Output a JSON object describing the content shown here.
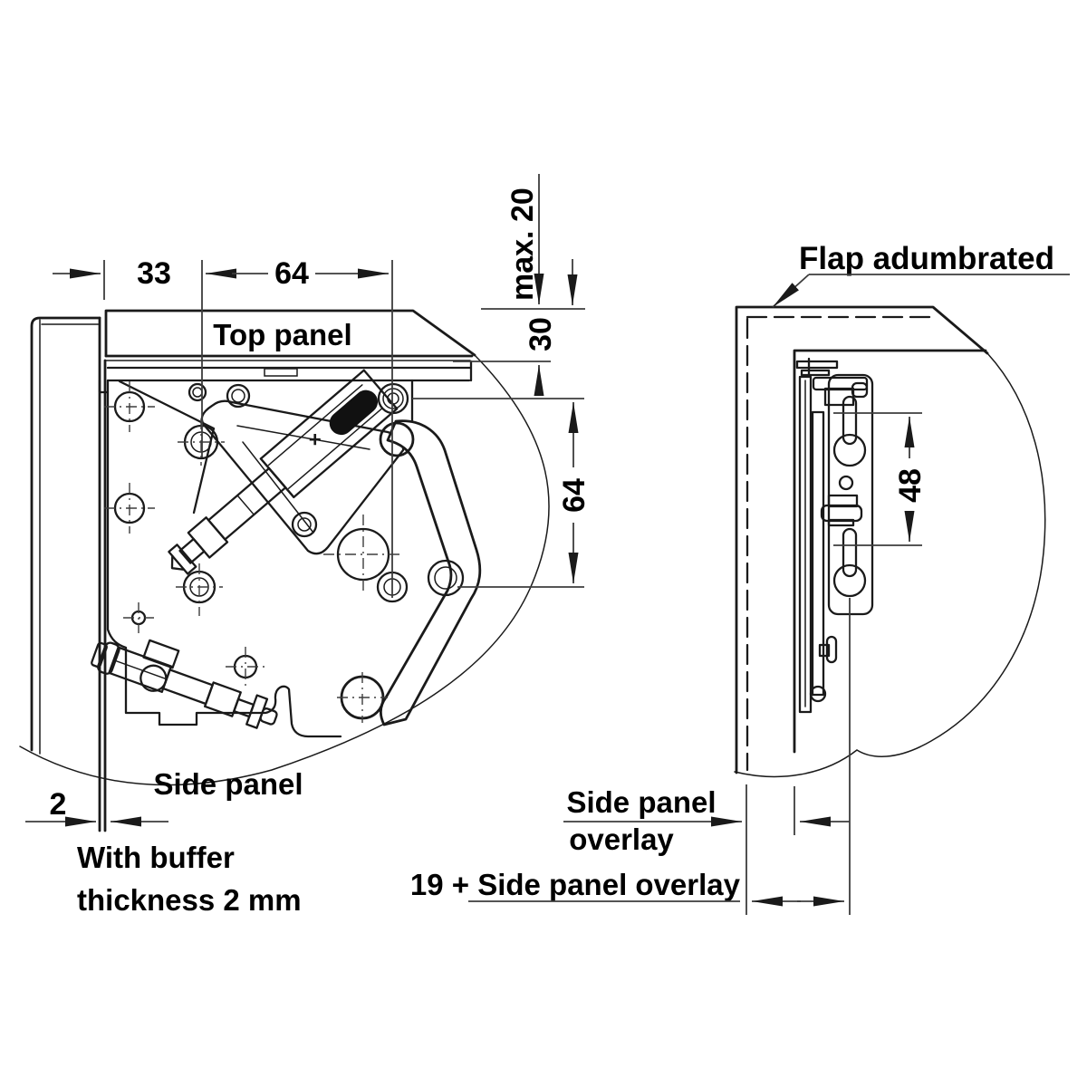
{
  "drawing": {
    "front_view": {
      "top_panel_label": "Top panel",
      "side_panel_label": "Side panel",
      "dim_33": "33",
      "dim_64_horizontal": "64",
      "dim_max_20": "max. 20",
      "dim_30": "30",
      "dim_64_vertical": "64",
      "dim_2": "2",
      "buffer_note_line1": "With buffer",
      "buffer_note_line2": "thickness 2 mm",
      "damper_adjust_mark": "+"
    },
    "side_view": {
      "flap_label": "Flap adumbrated",
      "dim_48": "48",
      "overlay_label_line1": "Side panel",
      "overlay_label_line2": "overlay",
      "formula_label": "19 + Side panel overlay"
    },
    "colors": {
      "line": "#1a1a1a",
      "dimension": "#3d3d3d",
      "background": "#ffffff",
      "damper_pill": "#111111"
    }
  }
}
